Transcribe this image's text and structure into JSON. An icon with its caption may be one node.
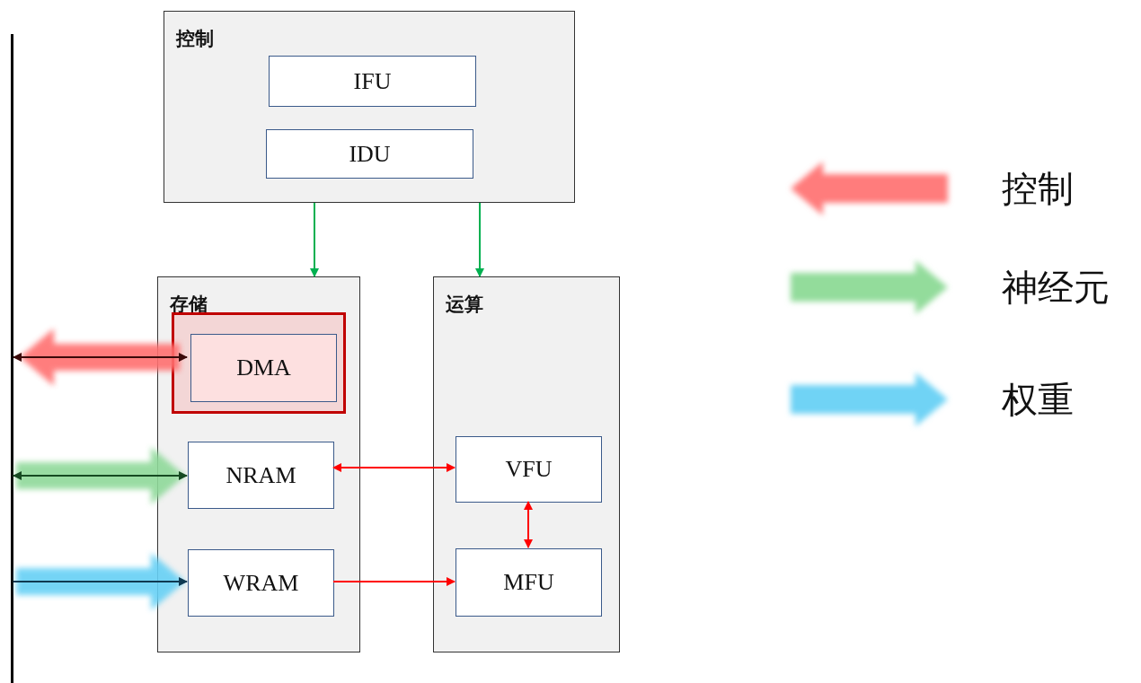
{
  "diagram": {
    "nodes": [
      {
        "text": [
          "控制"
        ]
      },
      {
        "text": [
          "IFU"
        ],
        "in": 0
      },
      {
        "text": [
          "IDU"
        ],
        "in": 0
      },
      {
        "text": [
          "存储"
        ]
      },
      {
        "text": [],
        "shape": "box",
        "in": 3
      },
      {
        "text": [
          "DMA"
        ],
        "in": 4
      },
      {
        "text": [
          "NRAM"
        ],
        "in": 3
      },
      {
        "text": [
          "WRAM"
        ],
        "in": 3
      },
      {
        "text": [
          "运算"
        ]
      },
      {
        "text": [
          "VFU"
        ],
        "in": 8
      },
      {
        "text": [
          "MFU"
        ],
        "in": 8
      },
      {
        "text": [],
        "shape": "bar"
      }
    ],
    "edges": [
      {
        "from": 0,
        "to": 3,
        "arrow": "to",
        "color": "#00b050"
      },
      {
        "from": 0,
        "to": 8,
        "arrow": "to",
        "color": "#00b050"
      },
      {
        "from": 11,
        "to": 5,
        "arrow": "both",
        "color": "#3a0a0a"
      },
      {
        "from": 11,
        "to": 6,
        "arrow": "both",
        "color": "#164a22"
      },
      {
        "from": 11,
        "to": 7,
        "arrow": "to",
        "color": "#0f3a52"
      },
      {
        "from": 6,
        "to": 9,
        "arrow": "both",
        "color": "#ff0000"
      },
      {
        "from": 9,
        "to": 10,
        "arrow": "both",
        "color": "#ff0000"
      },
      {
        "from": 7,
        "to": 10,
        "arrow": "to",
        "color": "#ff0000"
      }
    ],
    "legend": [
      {
        "text": "控制",
        "color": "#ff7b7b"
      },
      {
        "text": "神经元",
        "color": "#93dc9b"
      },
      {
        "text": "权重",
        "color": "#70d3f5"
      }
    ]
  }
}
